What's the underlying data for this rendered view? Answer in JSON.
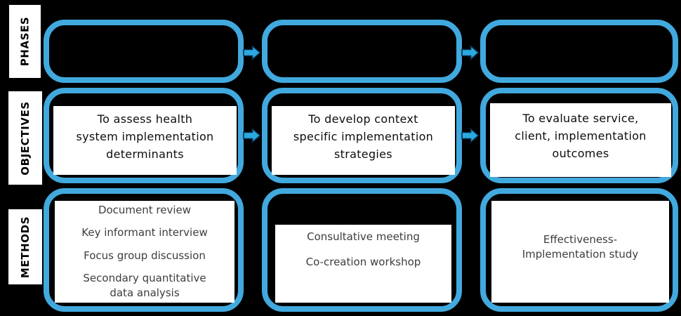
{
  "colors": {
    "background": "#000000",
    "accent_blue": "#41A9DE",
    "arrow_fill": "#2AA9E0",
    "arrow_outline": "#0A2E4D",
    "panel": "#FFFFFF",
    "objective_text": "#0D0D0D",
    "methods_text": "#3D3D3D"
  },
  "row_labels": {
    "phases": "PHASES",
    "objectives": "OBJECTIVES",
    "methods": "METHODS"
  },
  "columns": [
    {
      "objective_lines": [
        "To assess health",
        "system implementation",
        "determinants"
      ],
      "methods": [
        [
          "Document review"
        ],
        [
          "Key informant interview"
        ],
        [
          "Focus group discussion"
        ],
        [
          "Secondary quantitative",
          "data analysis"
        ]
      ]
    },
    {
      "objective_lines": [
        "To develop context",
        "specific implementation",
        "strategies"
      ],
      "methods": [
        [
          "Consultative meeting"
        ],
        [
          "Co-creation workshop"
        ]
      ]
    },
    {
      "objective_lines": [
        "To evaluate service,",
        "client, implementation",
        "outcomes"
      ],
      "methods": [
        [
          "Effectiveness-",
          "Implementation study"
        ]
      ]
    }
  ]
}
